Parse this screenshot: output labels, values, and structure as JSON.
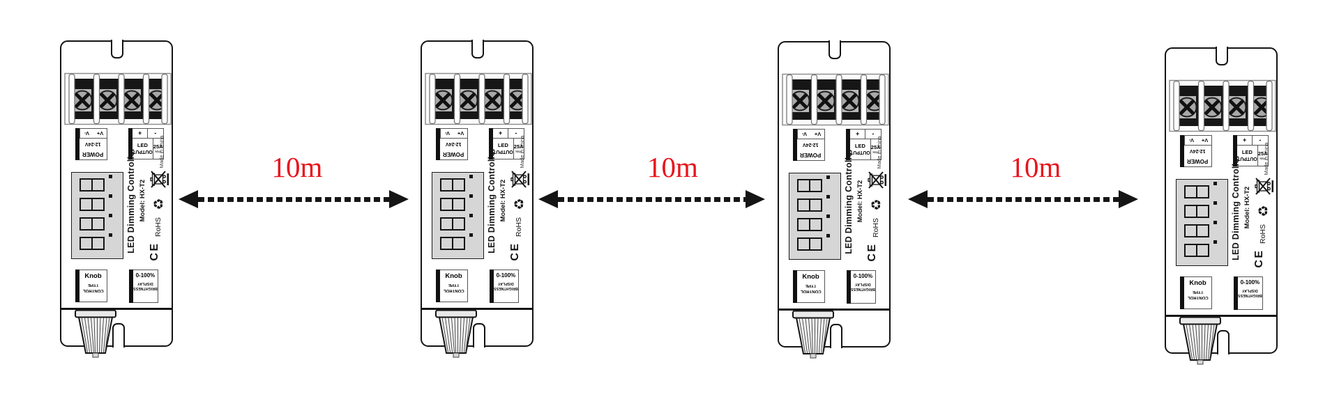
{
  "diagram": {
    "description": "Four LED dimming controllers in a row with maximum cable distance between units",
    "connections": [
      {
        "distance": "10m"
      },
      {
        "distance": "10m"
      },
      {
        "distance": "10m"
      }
    ],
    "colors": {
      "distance_label": "#e8141c",
      "line_art": "#141414",
      "display_fill": "#d6d6d6"
    }
  },
  "device": {
    "title": "LED Dimming Controller",
    "model": "Model: HX-T2",
    "made_in": "Made in china",
    "certifications": {
      "ce": "CE",
      "rohs": "RoHS"
    },
    "icons": {
      "weee": "crossed-out-wheelie-bin",
      "recycle": "recycling-symbol",
      "recycle_glyph": "♻"
    },
    "power": {
      "v_minus": "V-",
      "v_plus": "V+",
      "voltage": "12-24V",
      "label": "POWER"
    },
    "output": {
      "plus": "+",
      "minus": "-",
      "led": "LED",
      "current": "25A",
      "max": "Max",
      "label": "OUTPUT"
    },
    "control": {
      "value": "Knob",
      "word_type": "TYPE",
      "word_control": "CONTROL"
    },
    "brightness": {
      "range": "0-100%",
      "word_display": "DISPLAY",
      "word_brightness": "BRIGHTNESS"
    },
    "display": {
      "digit_count": 4,
      "style": "blank 7-segment digits with decimal points"
    },
    "terminal": {
      "screw_count": 4
    }
  }
}
